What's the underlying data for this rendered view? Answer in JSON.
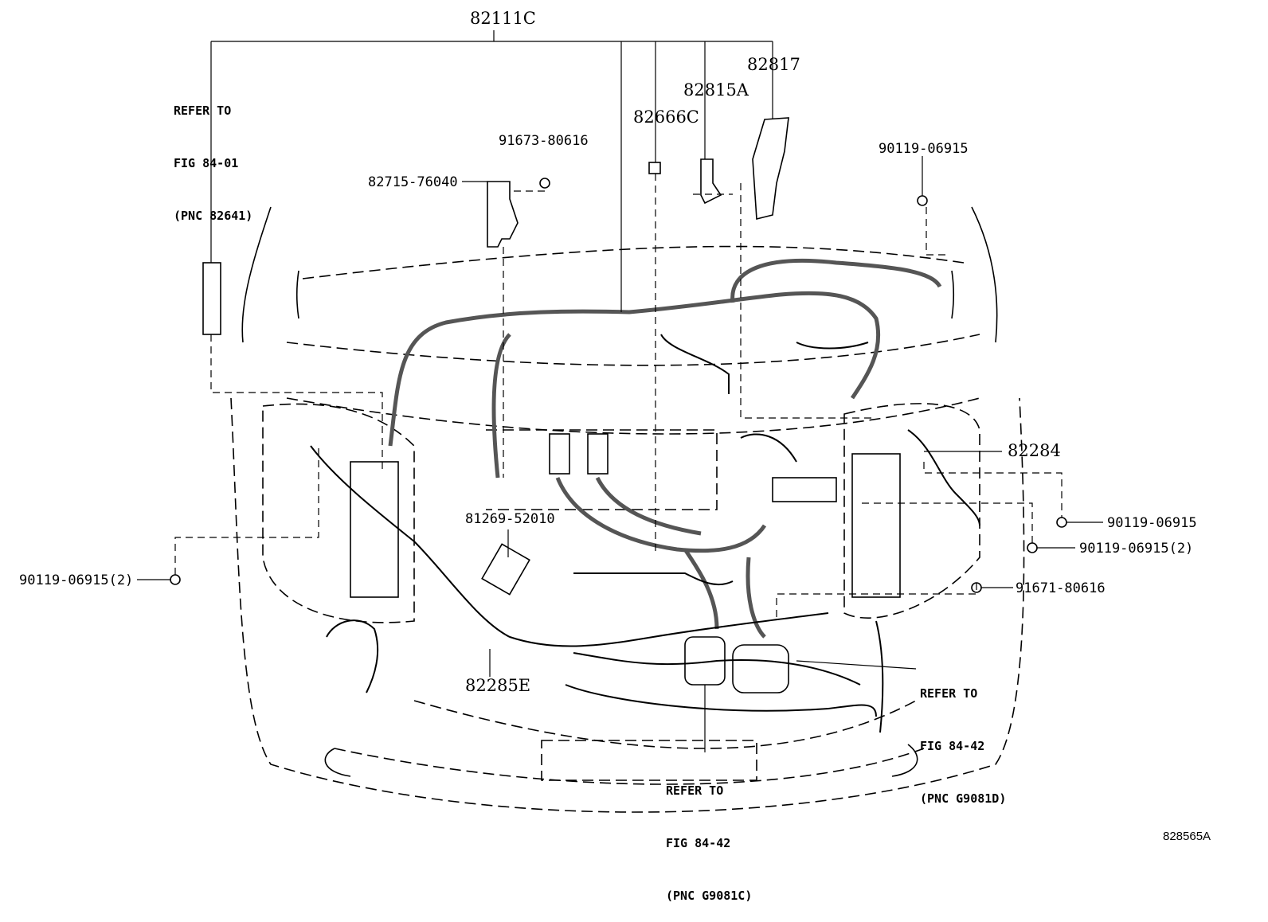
{
  "callouts": {
    "p82111c": "82111C",
    "p82817": "82817",
    "p82815a": "82815A",
    "p82666c": "82666C",
    "p91673": "91673-80616",
    "p82715": "82715-76040",
    "p90119_top": "90119-06915",
    "p82284": "82284",
    "p90119_right1": "90119-06915",
    "p90119_right2": "90119-06915(2)",
    "p91671": "91671-80616",
    "p81269": "81269-52010",
    "p90119_left": "90119-06915(2)",
    "p82285e": "82285E"
  },
  "references": {
    "top_left": {
      "line1": "REFER TO",
      "line2": "FIG 84-01",
      "line3": "(PNC 82641)"
    },
    "right": {
      "line1": "REFER TO",
      "line2": "FIG 84-42",
      "line3": "(PNC G9081D)"
    },
    "bottom": {
      "line1": "REFER TO",
      "line2": "FIG 84-42",
      "line3": "(PNC G9081C)"
    }
  },
  "diagram_id": "828565A"
}
